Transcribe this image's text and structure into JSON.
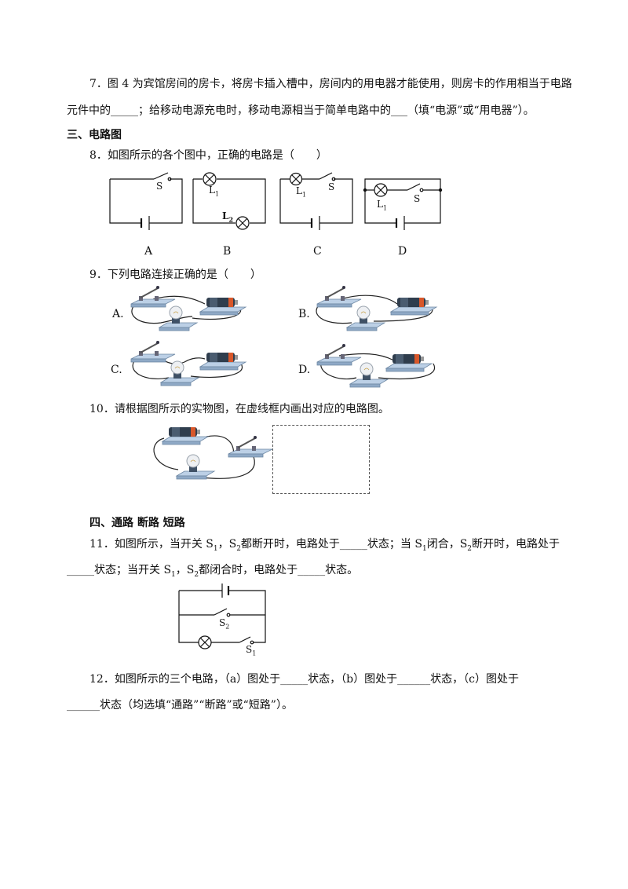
{
  "q7": {
    "line1": "7．图 4 为宾馆房间的房卡，将房卡插入槽中，房间内的用电器才能使用，则房卡的作用相当于电路",
    "line2": "元件中的_____；给移动电源充电时，移动电源相当于简单电路中的___（填“电源”或“用电器”）。"
  },
  "section3": {
    "title": "三、电路图"
  },
  "q8": {
    "text": "8．如图所示的各个图中，正确的电路是（　　）",
    "diagrams": [
      {
        "label": "A",
        "switch": "S"
      },
      {
        "label": "B",
        "lamp1": "L",
        "lamp1_sub": "1",
        "lamp2": "L",
        "lamp2_sub": "2"
      },
      {
        "label": "C",
        "lamp": "L",
        "lamp_sub": "1",
        "switch": "S"
      },
      {
        "label": "D",
        "lamp": "L",
        "lamp_sub": "1",
        "switch": "S"
      }
    ]
  },
  "q9": {
    "text": "9．下列电路连接正确的是（　　）",
    "options": [
      "A.",
      "B.",
      "C.",
      "D."
    ]
  },
  "q10": {
    "text": "10．请根据图所示的实物图，在虚线框内画出对应的电路图。"
  },
  "section4": {
    "title": "四、通路 断路 短路"
  },
  "q11": {
    "line1_a": "11．如图所示，当开关 S",
    "line1_b": "，S",
    "line1_c": "都断开时，电路处于_____状态；当 S",
    "line1_d": "闭合，S",
    "line1_e": "断开时，电路处于",
    "line2_a": "_____状态；当开关 S",
    "line2_b": "，S",
    "line2_c": "都闭合时，电路处于_____状态。",
    "sub1": "1",
    "sub2": "2",
    "s2": "S",
    "s2_sub": "2",
    "s1": "S",
    "s1_sub": "1"
  },
  "q12": {
    "line1": "12．如图所示的三个电路，（a）图处于_____状态，（b）图处于______状态，（c）图处于",
    "line2": "______状态（均选填“通路”“断路”或“短路”）。"
  }
}
